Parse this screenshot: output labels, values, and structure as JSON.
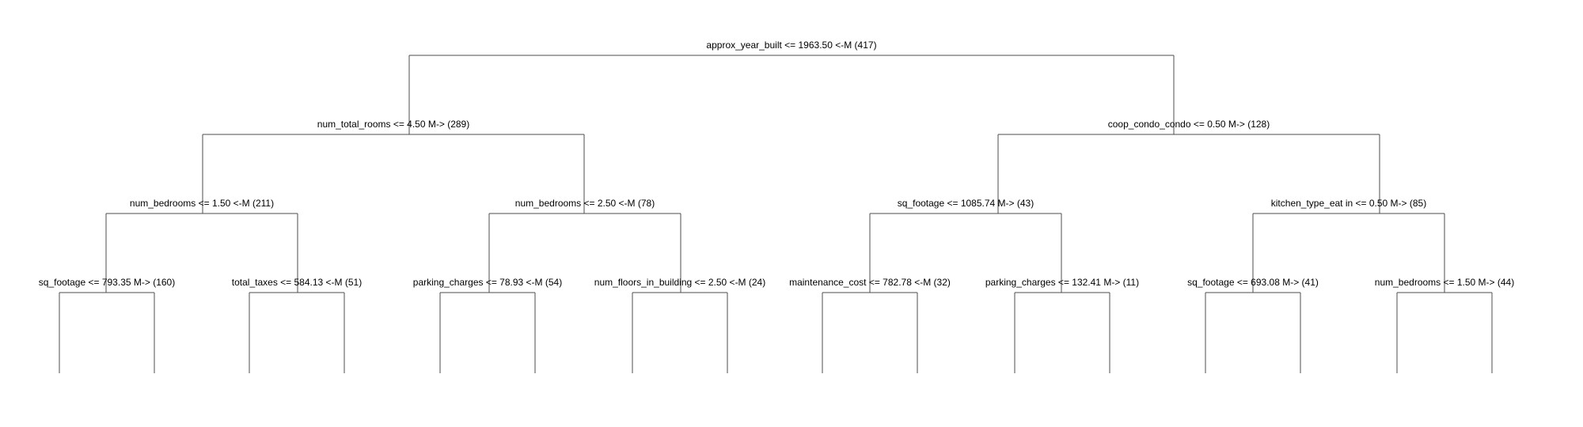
{
  "tree": {
    "nodes": [
      {
        "id": "n0",
        "label": "approx_year_built <= 1963.50 <-M (417)"
      },
      {
        "id": "n1",
        "label": "num_total_rooms <= 4.50 M-> (289)"
      },
      {
        "id": "n2",
        "label": "coop_condo_condo <= 0.50 M-> (128)"
      },
      {
        "id": "n3",
        "label": "num_bedrooms <= 1.50 <-M (211)"
      },
      {
        "id": "n4",
        "label": "num_bedrooms <= 2.50 <-M (78)"
      },
      {
        "id": "n5",
        "label": "sq_footage <= 1085.74 M-> (43)"
      },
      {
        "id": "n6",
        "label": "kitchen_type_eat in <= 0.50 M-> (85)"
      },
      {
        "id": "n7",
        "label": "sq_footage <= 793.35 M-> (160)"
      },
      {
        "id": "n8",
        "label": "total_taxes <= 584.13 <-M (51)"
      },
      {
        "id": "n9",
        "label": "parking_charges <= 78.93 <-M (54)"
      },
      {
        "id": "n10",
        "label": "num_floors_in_building <= 2.50 <-M (24)"
      },
      {
        "id": "n11",
        "label": "maintenance_cost <= 782.78 <-M (32)"
      },
      {
        "id": "n12",
        "label": "parking_charges <= 132.41 M-> (11)"
      },
      {
        "id": "n13",
        "label": "sq_footage <= 693.08 M-> (41)"
      },
      {
        "id": "n14",
        "label": "num_bedrooms <= 1.50 M-> (44)"
      }
    ]
  }
}
